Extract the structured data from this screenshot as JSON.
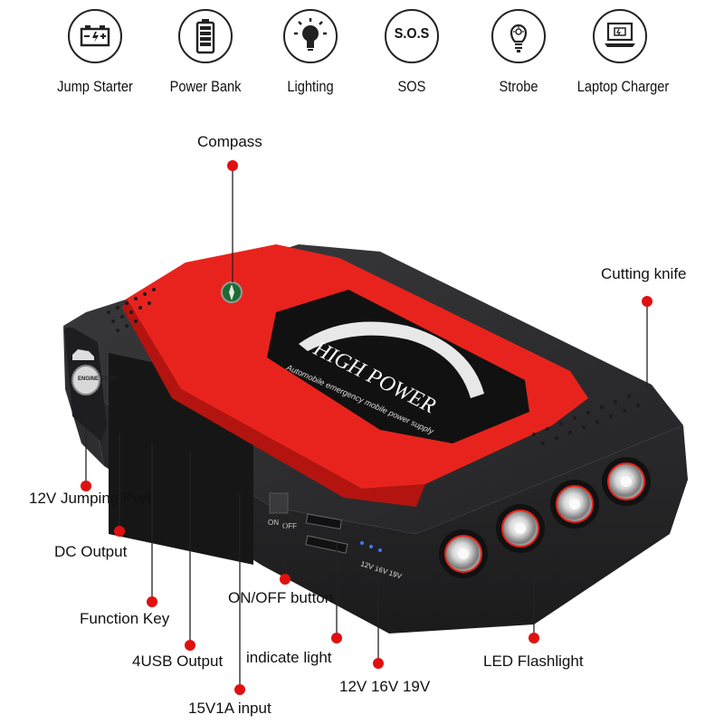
{
  "features": [
    {
      "icon": "battery-icon",
      "label": "Jump Starter"
    },
    {
      "icon": "power-bank-icon",
      "label": "Power Bank"
    },
    {
      "icon": "light-bulb-icon",
      "label": "Lighting"
    },
    {
      "icon": "sos-icon",
      "label": "SOS",
      "badge": "S.O.S"
    },
    {
      "icon": "strobe-bulb-icon",
      "label": "Strobe"
    },
    {
      "icon": "laptop-icon",
      "label": "Laptop Charger"
    }
  ],
  "callouts": {
    "compass": "Compass",
    "cutting_knife": "Cutting knife",
    "jumping_port": "12V Jumping Port",
    "dc_output": "DC Output",
    "function_key": "Function Key",
    "usb_output": "4USB Output",
    "input": "15V1A input",
    "on_off_button": "ON/OFF button",
    "indicate_light": "indicate light",
    "voltage": "12V 16V 19V",
    "led_flashlight": "LED Flashlight"
  },
  "device": {
    "brand": "HIGH POWER",
    "tagline": "Automobile emergency mobile power supply",
    "switch_on": "ON",
    "switch_off": "OFF",
    "voltage_marks": "12V 16V 19V",
    "engine_button": "ENGINE START"
  },
  "colors": {
    "accent": "#e8231d",
    "dot": "#e01010",
    "body": "#2a2a2c"
  }
}
